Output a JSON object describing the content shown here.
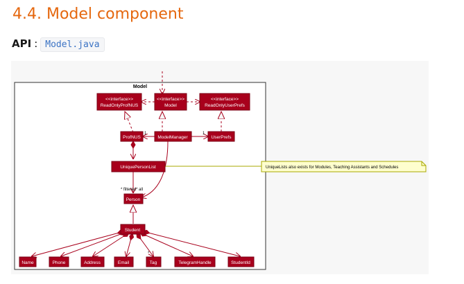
{
  "heading": "4.4. Model component",
  "api": {
    "label": "API",
    "colon": ":",
    "link": "Model.java"
  },
  "diagram": {
    "package_title": "Model",
    "classes": {
      "read_only_profnus_stereo": "<<interface>>",
      "read_only_profnus": "ReadOnlyProfNUS",
      "model_stereo": "<<interface>>",
      "model": "Model",
      "read_only_user_prefs_stereo": "<<interface>>",
      "read_only_user_prefs": "ReadOnlyUserPrefs",
      "profnus": "ProfNUS",
      "model_manager": "ModelManager",
      "user_prefs": "UserPrefs",
      "unique_person_list": "UniquePersonList",
      "person": "Person",
      "student": "Student",
      "name": "Name",
      "phone": "Phone",
      "address": "Address",
      "email": "Email",
      "tag": "Tag",
      "telegram_handle": "TelegramHandle",
      "student_id": "StudentId"
    },
    "multiplicities": {
      "profnus_one": "1",
      "user_prefs_one": "1",
      "filtered": "* filtered",
      "all": "* all",
      "tag_many": "*"
    },
    "note": "UniqueLists also exists for Modules, Teaching Assistants and Schedules",
    "colors": {
      "box": "#a8001c",
      "border": "#7a0014",
      "line": "#a8001c",
      "note_bg": "#fefece",
      "note_border": "#a8a800"
    }
  }
}
